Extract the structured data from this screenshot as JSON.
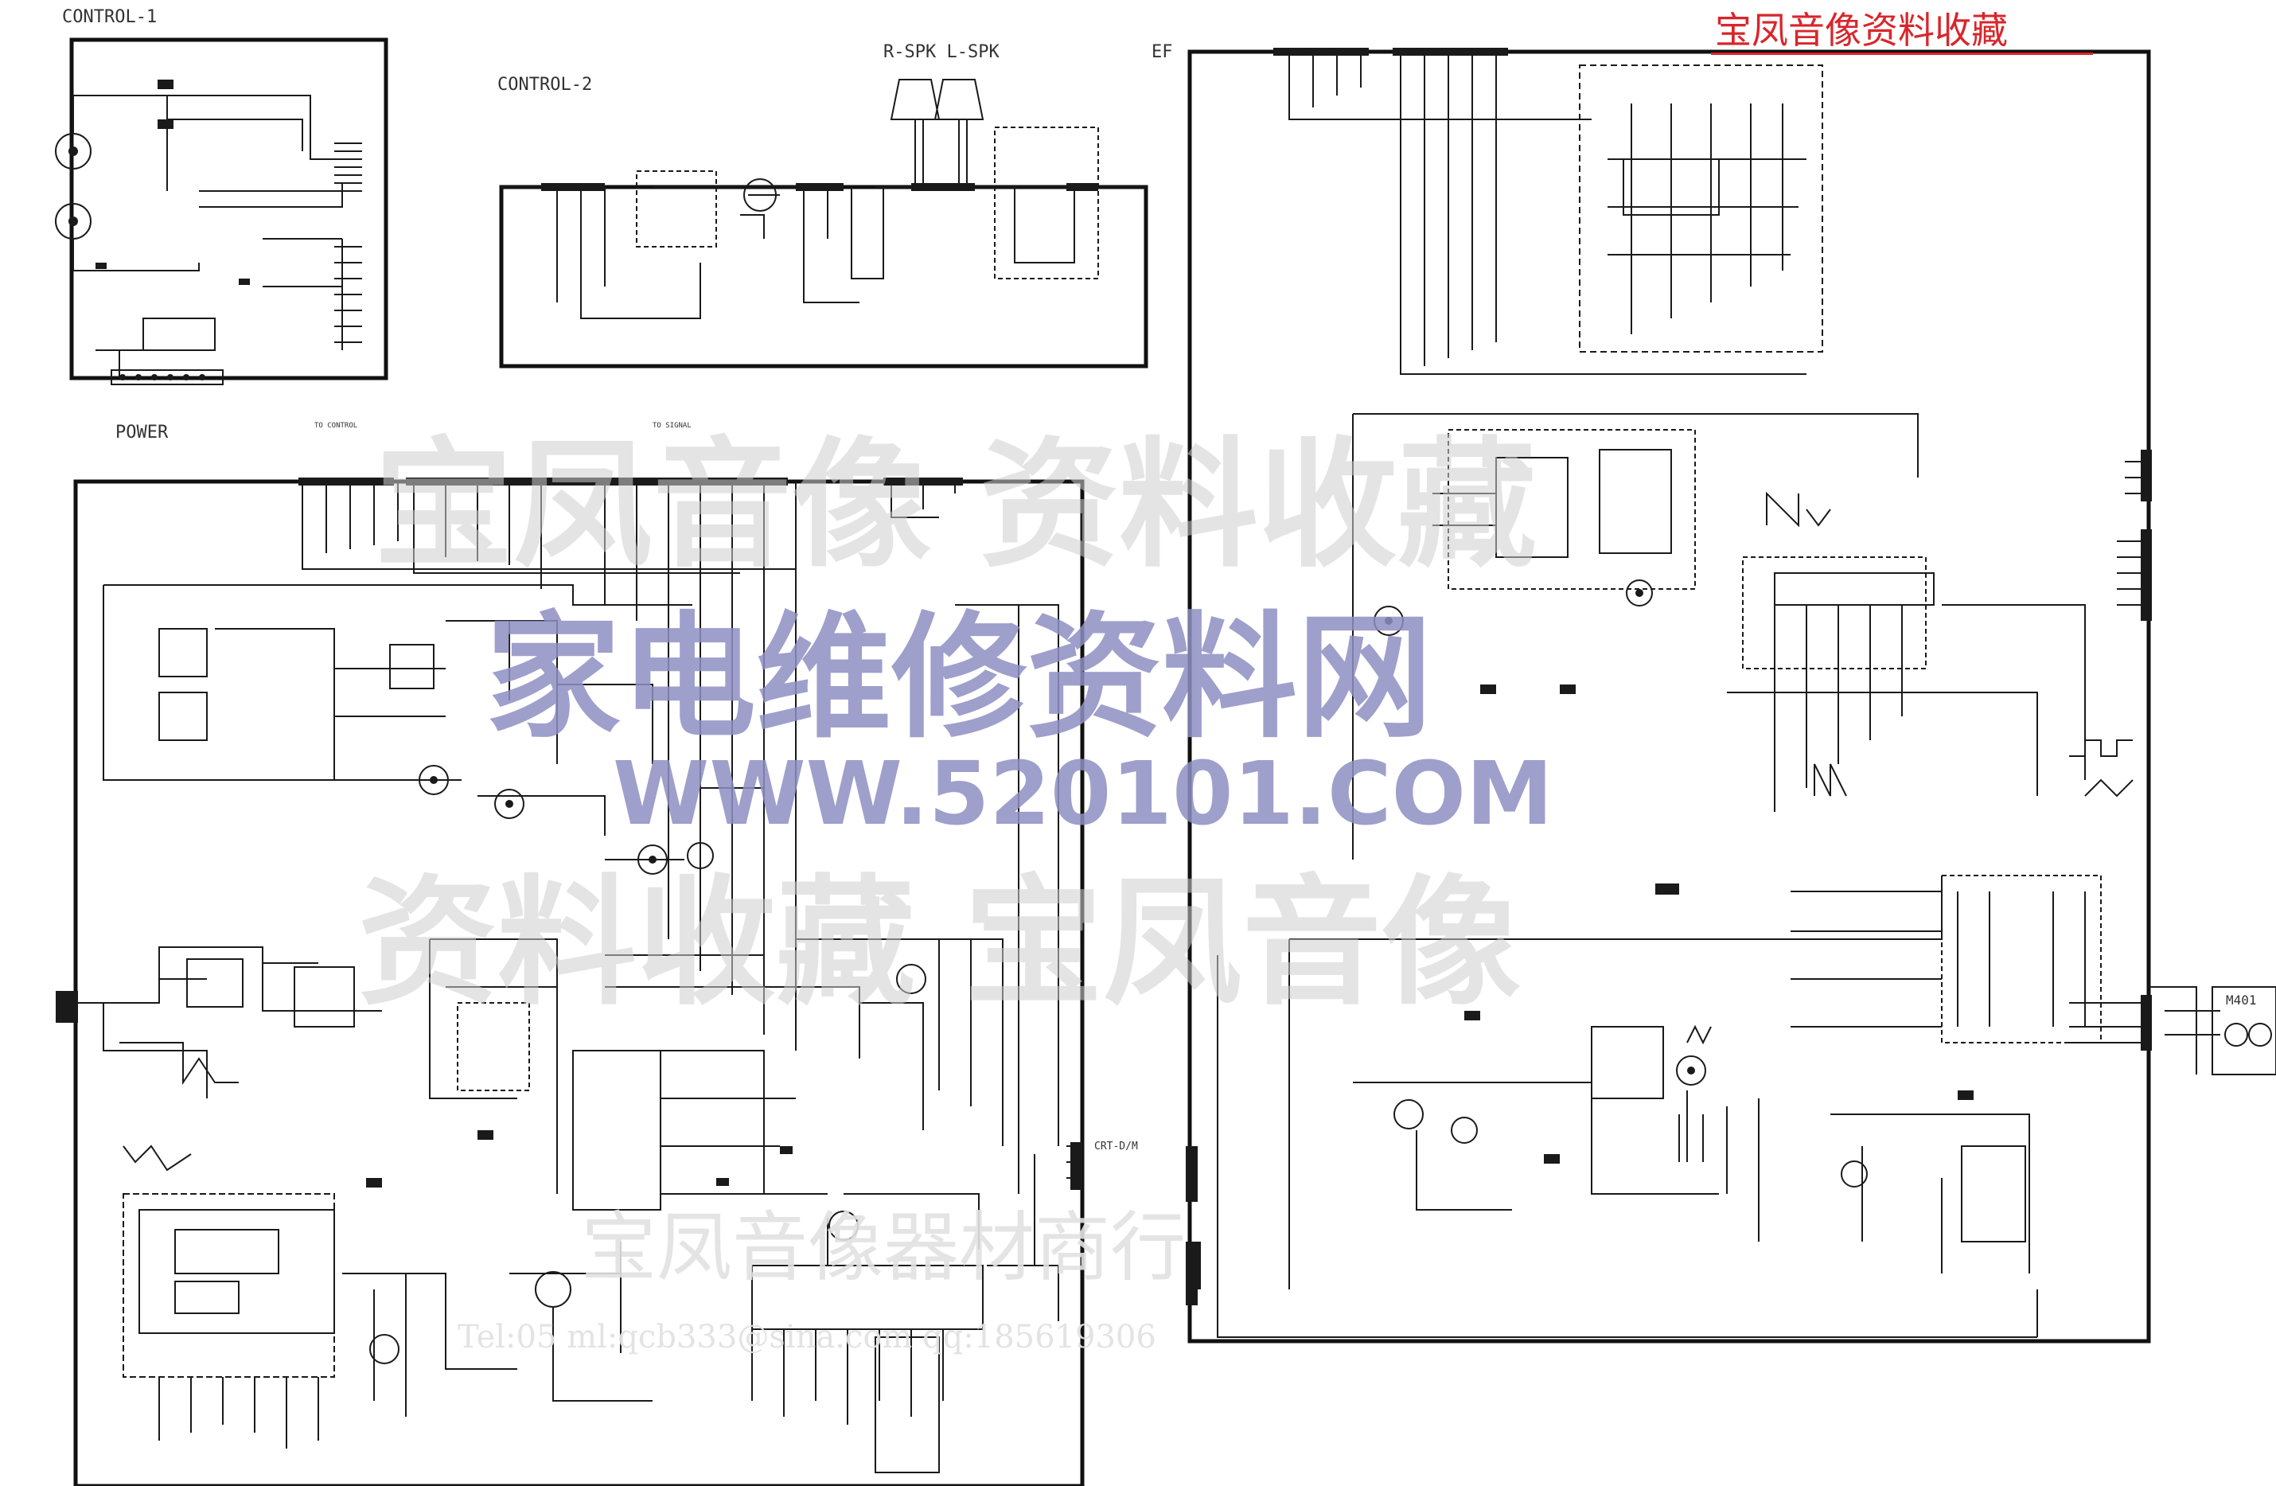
{
  "sections": {
    "control_1": "CONTROL-1",
    "control_2": "CONTROL-2",
    "power": "POWER",
    "speakers": "R-SPK  L-SPK",
    "ef": "EF"
  },
  "connectors": {
    "to_control": "TO CONTROL",
    "to_signal": "TO SIGNAL",
    "crt": "CRT-D/M",
    "m401": "M401"
  },
  "watermarks": {
    "corner": "宝凤音像资料收藏",
    "gray_upper": "宝凤音像 资料收藏",
    "gray_lower": "资料收藏 宝凤音像",
    "blue": "家电维修资料网",
    "url": "WWW.520101.COM",
    "shop": "宝凤音像器材商行",
    "contact": "Tel:05          ml:qcb333@sina.com  qq:185619306"
  },
  "colors": {
    "wire": "#1a1a1a",
    "frame": "#111111",
    "watermark_red": "#d8262b",
    "watermark_blue": "#8f8fc4",
    "watermark_gray": "#cfcfcf"
  }
}
